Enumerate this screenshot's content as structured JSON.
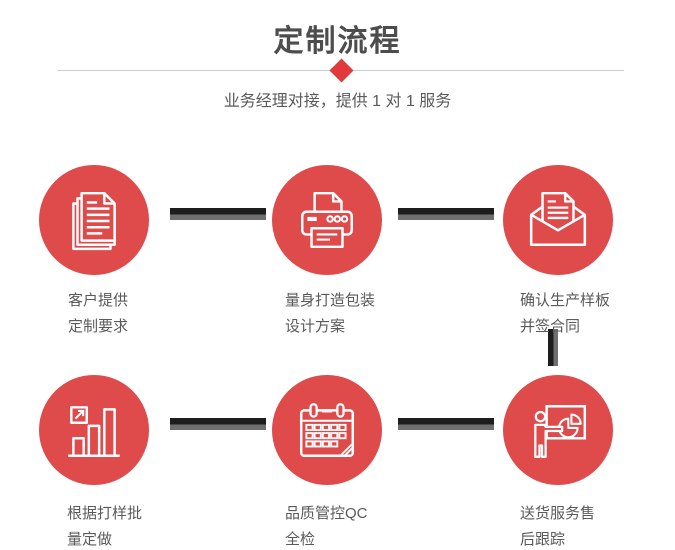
{
  "header": {
    "title": "定制流程",
    "subtitle": "业务经理对接，提供 1 对 1 服务"
  },
  "colors": {
    "circle_red": "#df4a4a",
    "diamond_red": "#e23a3a",
    "title_gray": "#4d4d4d",
    "text_gray": "#5a5a5a",
    "connector_dark": "#1d1d1d",
    "connector_light": "#6f6f6f",
    "divider_gray": "#cfcfcf"
  },
  "steps": [
    {
      "icon": "stacked-documents-icon",
      "label": [
        "客户提供",
        "定制要求"
      ]
    },
    {
      "icon": "printer-icon",
      "label": [
        "量身打造包装",
        "设计方案"
      ]
    },
    {
      "icon": "envelope-letter-icon",
      "label": [
        "确认生产样板",
        "并签合同"
      ]
    },
    {
      "icon": "bar-chart-growth-icon",
      "label": [
        "根据打样批",
        "量定做"
      ]
    },
    {
      "icon": "calendar-icon",
      "label": [
        "品质管控QC",
        "全检"
      ]
    },
    {
      "icon": "presentation-pie-icon",
      "label": [
        "送货服务售",
        "后跟踪"
      ]
    }
  ]
}
